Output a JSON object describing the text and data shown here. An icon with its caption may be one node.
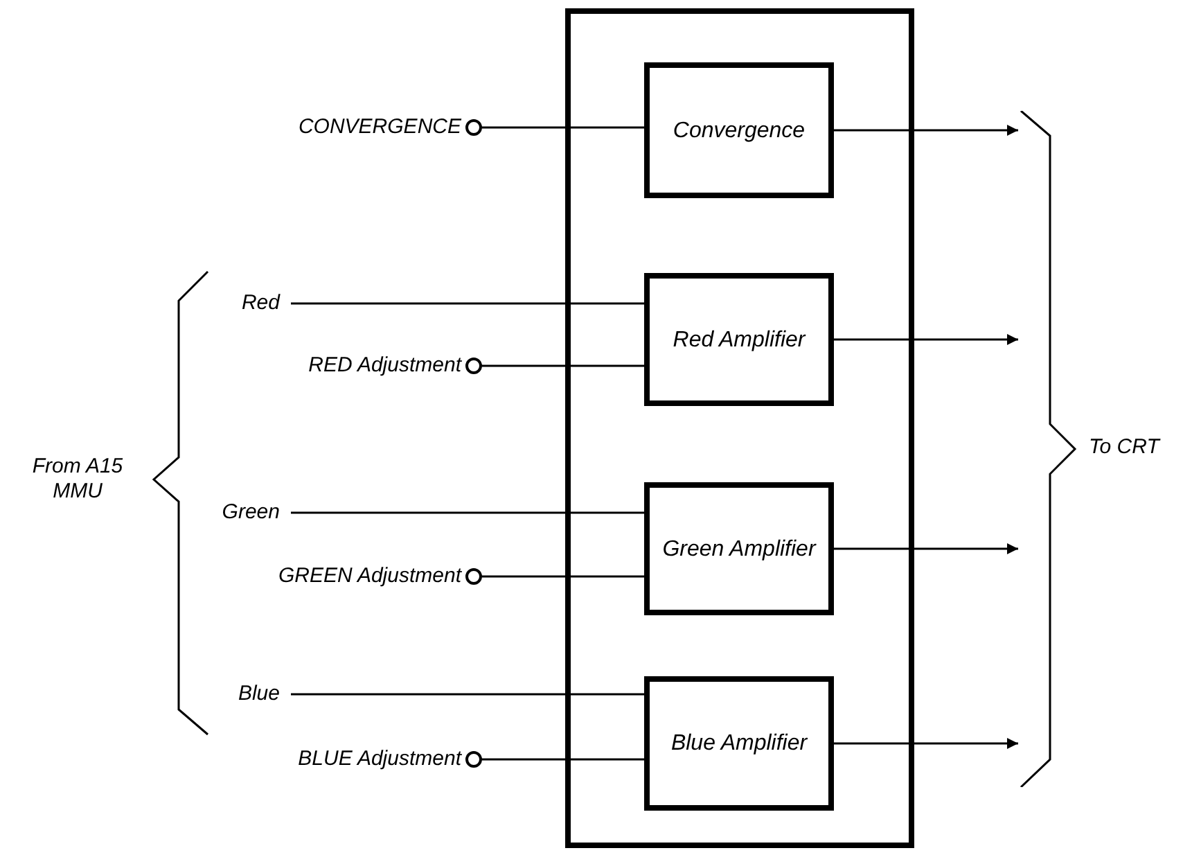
{
  "diagram": {
    "nodes": [
      {
        "text": [],
        "shape": "box"
      },
      {
        "text": [
          "Convergence"
        ],
        "in": 0
      },
      {
        "text": [
          "Red Amplifier"
        ],
        "in": 0
      },
      {
        "text": [
          "Green Amplifier"
        ],
        "in": 0
      },
      {
        "text": [
          "Blue Amplifier"
        ],
        "in": 0
      },
      {
        "text": [
          "CONVERGENCE"
        ]
      },
      {
        "text": [
          "Red"
        ]
      },
      {
        "text": [
          "RED Adjustment"
        ]
      },
      {
        "text": [
          "Green"
        ]
      },
      {
        "text": [
          "GREEN Adjustment"
        ]
      },
      {
        "text": [
          "Blue"
        ]
      },
      {
        "text": [
          "BLUE Adjustment"
        ]
      },
      {
        "text": [],
        "shape": "bracket"
      }
    ],
    "edges": [
      {
        "from": 5,
        "to": 1,
        "arrow": "none"
      },
      {
        "from": 6,
        "to": 2,
        "arrow": "none"
      },
      {
        "from": 7,
        "to": 2,
        "arrow": "none"
      },
      {
        "from": 8,
        "to": 3,
        "arrow": "none"
      },
      {
        "from": 9,
        "to": 3,
        "arrow": "none"
      },
      {
        "from": 10,
        "to": 4,
        "arrow": "none"
      },
      {
        "from": 11,
        "to": 4,
        "arrow": "none"
      },
      {
        "from": 1,
        "to": 12,
        "arrow": "to"
      },
      {
        "from": 2,
        "to": 12,
        "arrow": "to"
      },
      {
        "from": 3,
        "to": 12,
        "arrow": "to"
      },
      {
        "from": 4,
        "to": 12,
        "arrow": "to"
      }
    ],
    "labels": [
      "From A15 MMU",
      "To CRT"
    ]
  }
}
